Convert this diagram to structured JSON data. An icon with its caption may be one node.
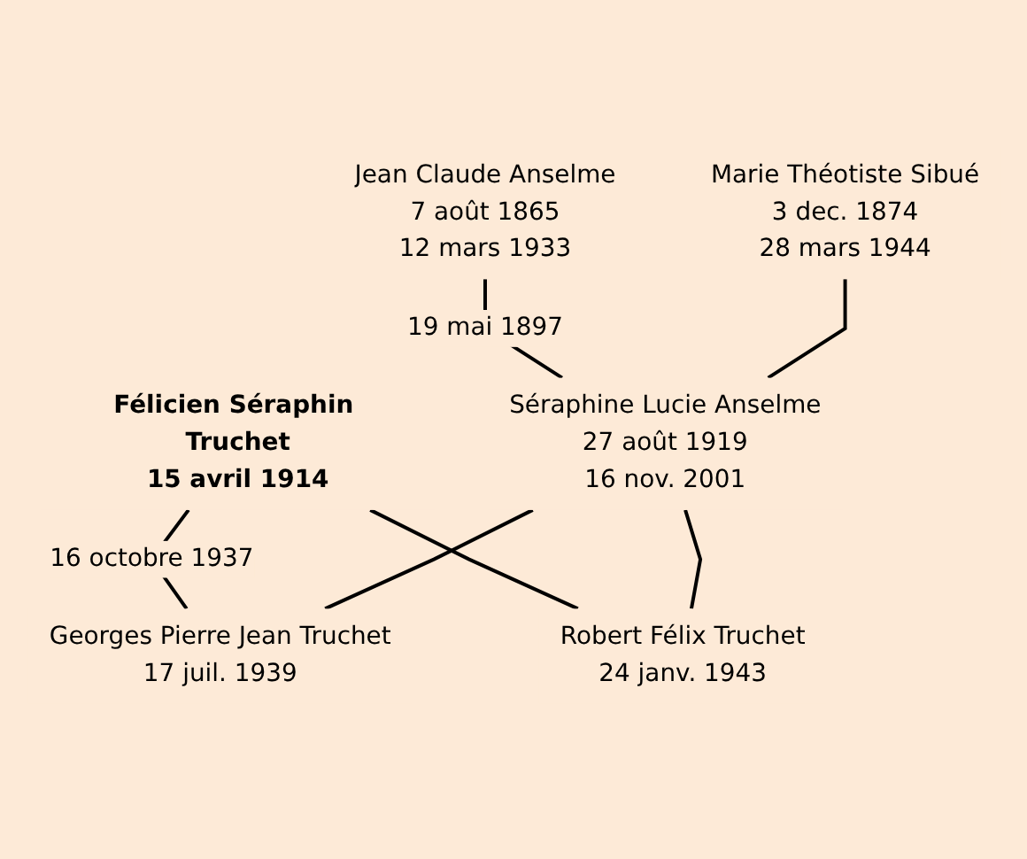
{
  "diagram": {
    "nodes": [
      {
        "text": [
          "Jean Claude Anselme",
          "7 août 1865",
          "12 mars 1933"
        ]
      },
      {
        "text": [
          "Marie Théotiste Sibué",
          "3 dec. 1874",
          "28 mars 1944"
        ]
      },
      {
        "text": [
          "Félicien Séraphin Truchet",
          "15 avril 1914"
        ]
      },
      {
        "text": [
          "Séraphine Lucie Anselme",
          "27 août 1919",
          "16 nov. 2001"
        ]
      },
      {
        "text": [
          "Georges Pierre Jean Truchet",
          "17 juil. 1939"
        ]
      },
      {
        "text": [
          "Robert Félix Truchet",
          "24 janv. 1943"
        ]
      }
    ],
    "edges": [
      {
        "from": 0,
        "to": 3,
        "arrow": "none",
        "label": "19 mai 1897"
      },
      {
        "from": 1,
        "to": 3,
        "arrow": "none"
      },
      {
        "from": 2,
        "to": 4,
        "arrow": "none",
        "label": "16 octobre 1937"
      },
      {
        "from": 2,
        "to": 5,
        "arrow": "none"
      },
      {
        "from": 3,
        "to": 4,
        "arrow": "none"
      },
      {
        "from": 3,
        "to": 5,
        "arrow": "none"
      }
    ]
  }
}
